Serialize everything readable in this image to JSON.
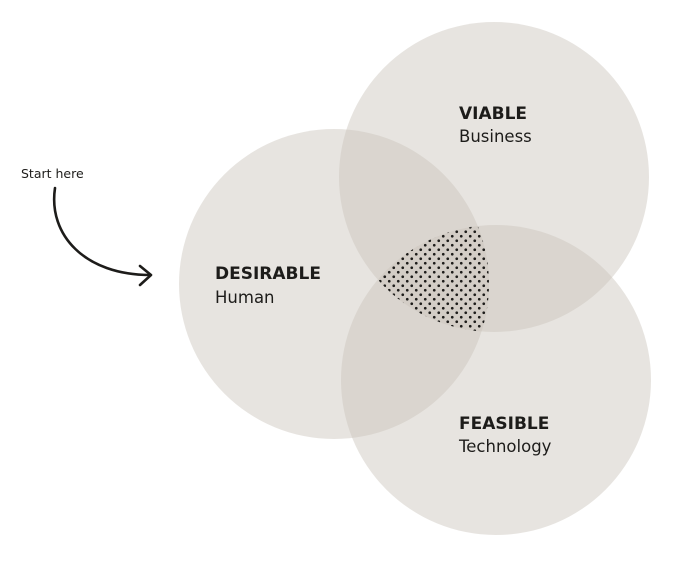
{
  "start_label": "Start here",
  "circles": [
    {
      "key": "desirable",
      "title": "DESIRABLE",
      "subtitle": "Human"
    },
    {
      "key": "viable",
      "title": "VIABLE",
      "subtitle": "Business"
    },
    {
      "key": "feasible",
      "title": "FEASIBLE",
      "subtitle": "Technology"
    }
  ],
  "colors": {
    "circle_fill": "#c9c4ba",
    "ink": "#1d1c1a",
    "background": "#ffffff"
  }
}
